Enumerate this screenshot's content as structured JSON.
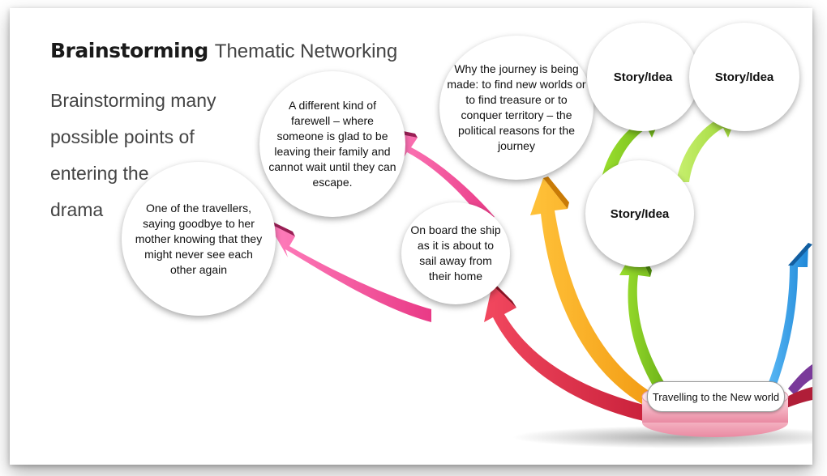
{
  "header": {
    "title_bold": "Brainstorming",
    "title_light": "Thematic Networking"
  },
  "intro": {
    "lines": [
      "Brainstorming many",
      "possible points of",
      "entering the",
      "drama"
    ]
  },
  "bubbles": {
    "farewell": "A different kind of farewell – where someone is glad to be leaving their family and cannot wait until they can escape.",
    "journey_reasons": "Why the journey is being made: to find new worlds or to find treasure or to conquer territory – the political reasons for the journey",
    "traveller_goodbye": "One of the travellers, saying goodbye to her mother knowing that they might never see each other again",
    "on_board": "On board the ship as it is about to sail away from their home",
    "story_1": "Story/Idea",
    "story_2": "Story/Idea",
    "story_3": "Story/Idea"
  },
  "center_node": {
    "label": "Travelling to the New world"
  },
  "colors": {
    "pink": "#f0519a",
    "red": "#e0304a",
    "orange": "#f7a620",
    "green": "#7cc21c",
    "light_green": "#a8dc3c",
    "blue": "#2a9be8",
    "purple": "#7a3a9a",
    "base": "#f2a8b8"
  }
}
